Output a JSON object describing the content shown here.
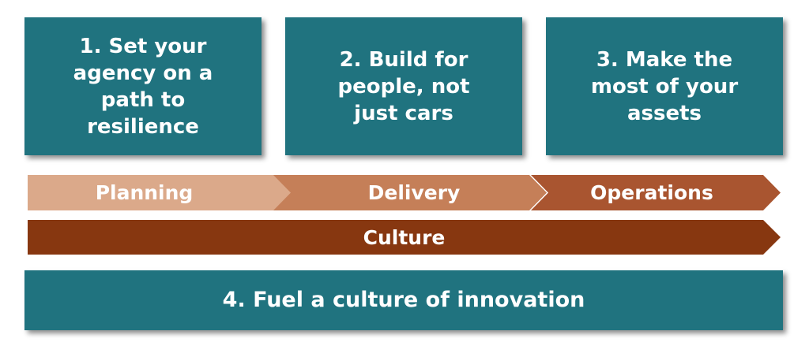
{
  "boxes": [
    {
      "text": "1. Set your\nagency on a\npath to\nresilience"
    },
    {
      "text": "2. Build for\npeople, not\njust cars"
    },
    {
      "text": "3. Make the\nmost of your\nassets"
    }
  ],
  "phases": [
    {
      "label": "Planning",
      "color": "#dba98a"
    },
    {
      "label": "Delivery",
      "color": "#c57f58"
    },
    {
      "label": "Operations",
      "color": "#a95530"
    }
  ],
  "culture": {
    "label": "Culture",
    "color": "#873710"
  },
  "bottom_box": {
    "text": "4. Fuel a culture of innovation"
  },
  "colors": {
    "box": "#20737f",
    "text": "#ffffff"
  }
}
